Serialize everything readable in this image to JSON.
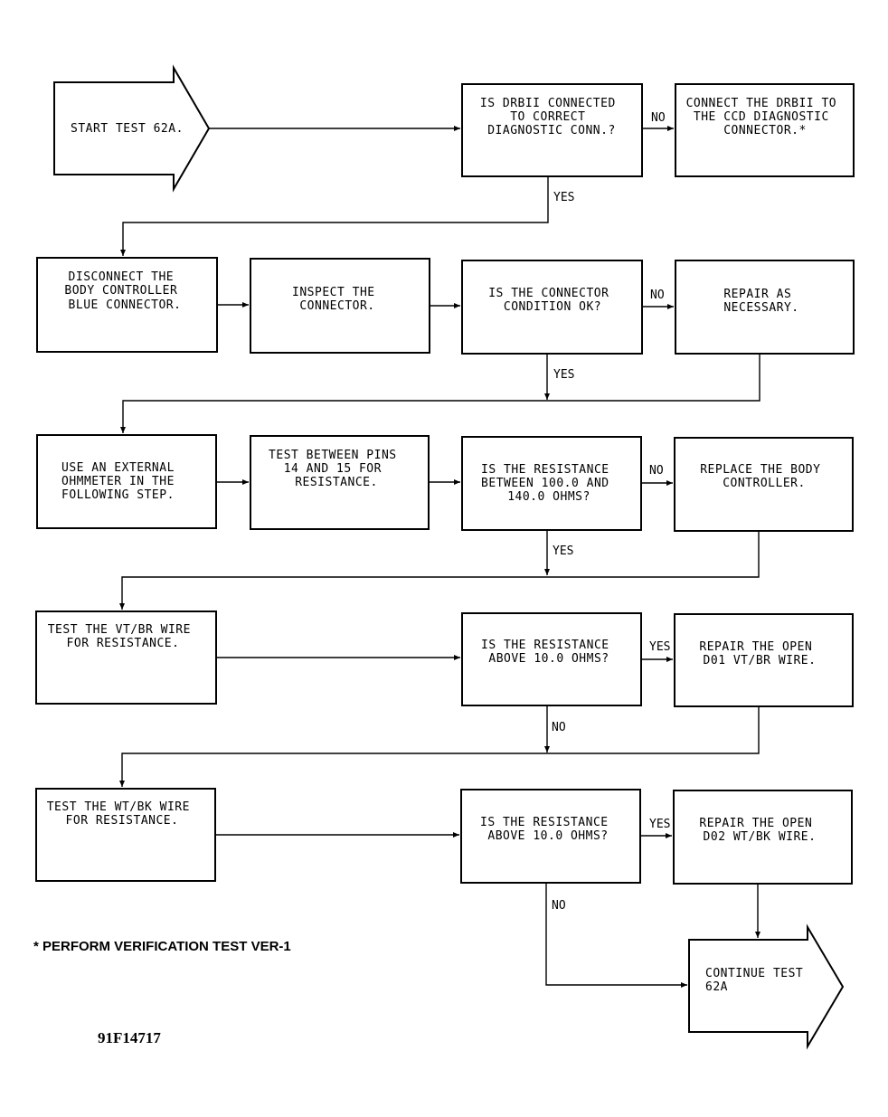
{
  "start": {
    "lines": [
      "START TEST 62A."
    ]
  },
  "boxes": {
    "q_connected": [
      "IS DRBII CONNECTED",
      "TO CORRECT",
      "DIAGNOSTIC CONN.?"
    ],
    "connect_drbii": [
      "CONNECT THE DRBII TO",
      "THE CCD DIAGNOSTIC",
      "CONNECTOR.*"
    ],
    "disconnect": [
      "DISCONNECT THE",
      "BODY CONTROLLER",
      "BLUE CONNECTOR."
    ],
    "inspect": [
      "INSPECT THE",
      "CONNECTOR."
    ],
    "q_condition": [
      "IS THE CONNECTOR",
      "CONDITION OK?"
    ],
    "repair_necessary": [
      "REPAIR AS",
      "NECESSARY."
    ],
    "use_ohmmeter": [
      "USE AN EXTERNAL",
      "OHMMETER IN THE",
      "FOLLOWING STEP."
    ],
    "test_pins": [
      "TEST BETWEEN PINS",
      "14 AND 15 FOR",
      "RESISTANCE."
    ],
    "q_resistance_range": [
      "IS THE RESISTANCE",
      "BETWEEN 100.0 AND",
      "140.0 OHMS?"
    ],
    "replace_controller": [
      "REPLACE THE BODY",
      "CONTROLLER."
    ],
    "test_vtbr": [
      "TEST THE VT/BR WIRE",
      "FOR RESISTANCE."
    ],
    "q_above_1": [
      "IS THE RESISTANCE",
      "ABOVE 10.0 OHMS?"
    ],
    "repair_d01": [
      "REPAIR THE OPEN",
      "D01 VT/BR WIRE."
    ],
    "test_wtbk": [
      "TEST THE WT/BK WIRE",
      "FOR RESISTANCE."
    ],
    "q_above_2": [
      "IS THE RESISTANCE",
      "ABOVE 10.0 OHMS?"
    ],
    "repair_d02": [
      "REPAIR THE OPEN",
      "D02 WT/BK WIRE."
    ]
  },
  "end": {
    "lines": [
      "CONTINUE TEST",
      "62A"
    ]
  },
  "labels": {
    "yes": "YES",
    "no": "NO"
  },
  "footnote": "* PERFORM VERIFICATION TEST VER-1",
  "figure_id": "91F14717"
}
